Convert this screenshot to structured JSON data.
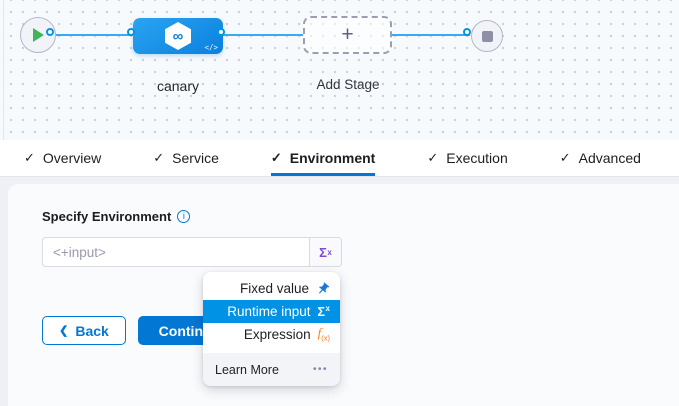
{
  "pipeline": {
    "stage_label": "canary",
    "add_stage_label": "Add Stage",
    "glyphs": {
      "plus": "+",
      "infinity": "∞",
      "code": "</>"
    }
  },
  "tabs": [
    {
      "check": "✓",
      "label": "Overview",
      "active": false
    },
    {
      "check": "✓",
      "label": "Service",
      "active": false
    },
    {
      "check": "✓",
      "label": "Environment",
      "active": true
    },
    {
      "check": "✓",
      "label": "Execution",
      "active": false
    },
    {
      "check": "✓",
      "label": "Advanced",
      "active": false
    }
  ],
  "form": {
    "label": "Specify Environment",
    "info_glyph": "i",
    "placeholder": "<+input>",
    "sigma": "Σ",
    "sigma_sup": "x"
  },
  "actions": {
    "back_chevron": "❮",
    "back_label": "Back",
    "continue_label": "Continue"
  },
  "dropdown": {
    "items": [
      {
        "label": "Fixed value",
        "icon": "pin-icon",
        "selected": false
      },
      {
        "label": "Runtime input",
        "icon": "runtime-sigma-icon",
        "selected": true
      },
      {
        "label": "Expression",
        "icon": "expression-fx-icon",
        "selected": false
      }
    ],
    "runtime_sigma": "Σ",
    "runtime_sigma_sup": "x",
    "fx_main": "f",
    "fx_sub": "(x)",
    "footer_label": "Learn More",
    "footer_dots": "•••"
  },
  "colors": {
    "primary_blue": "#0277d4",
    "runtime_highlight": "#0092e4",
    "edge_blue": "#3aa9f2",
    "node_gradient_start": "#2ba4f2",
    "node_gradient_end": "#0a80de",
    "sigma_purple": "#7c4dd2",
    "fx_orange": "#ff7d1f",
    "play_green": "#41b45a",
    "canvas_bg": "#f7fafd",
    "panel_bg": "#fafbfd"
  }
}
